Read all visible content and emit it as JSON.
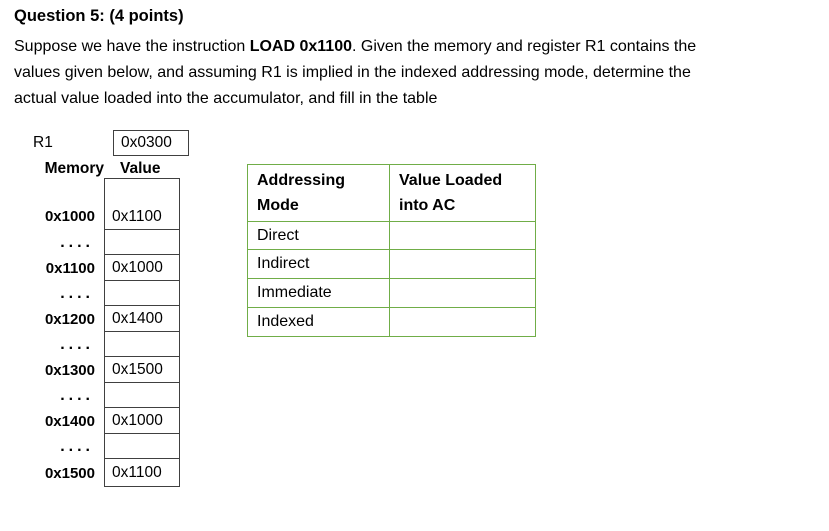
{
  "title": "Question 5: (4 points)",
  "intro": {
    "line1_pre": "Suppose we have the instruction ",
    "line1_bold": "LOAD 0x1100",
    "line1_post": ". Given the memory and register R1 contains the",
    "line2": "values given below, and assuming R1 is implied in the indexed addressing mode, determine the",
    "line3": "actual value loaded into the accumulator, and fill in the table"
  },
  "register": {
    "name": "R1",
    "value": "0x0300"
  },
  "memory": {
    "address_header": "Memory",
    "value_header": "Value",
    "gap_label": "....",
    "rows": [
      {
        "address": "0x1000",
        "value": "0x1100"
      },
      {
        "address": "0x1100",
        "value": "0x1000"
      },
      {
        "address": "0x1200",
        "value": "0x1400"
      },
      {
        "address": "0x1300",
        "value": "0x1500"
      },
      {
        "address": "0x1400",
        "value": "0x1000"
      },
      {
        "address": "0x1500",
        "value": "0x1100"
      }
    ]
  },
  "modes_table": {
    "header_mode": "Addressing Mode",
    "header_value": "Value Loaded into AC",
    "rows": [
      {
        "mode": "Direct",
        "value": ""
      },
      {
        "mode": "Indirect",
        "value": ""
      },
      {
        "mode": "Immediate",
        "value": ""
      },
      {
        "mode": "Indexed",
        "value": ""
      }
    ]
  },
  "colors": {
    "background": "#FFFFFF",
    "text": "#000000",
    "memory_border": "#404040",
    "modes_table_border": "#70AD47"
  }
}
